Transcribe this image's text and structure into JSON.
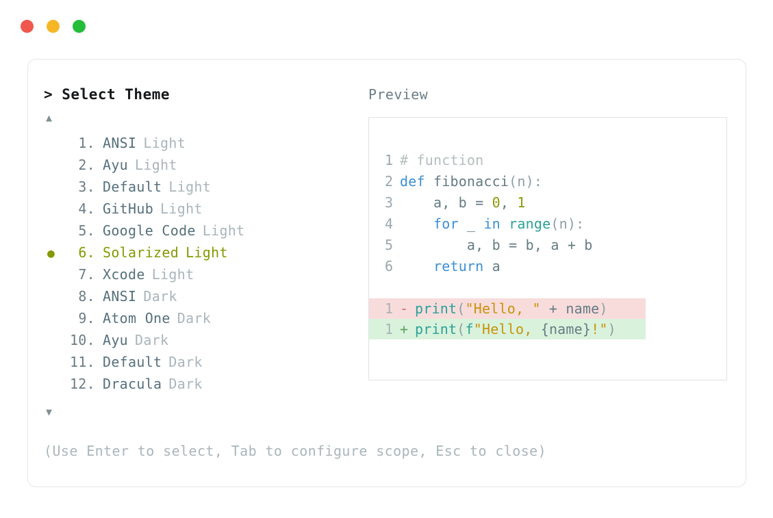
{
  "window": {
    "dots": [
      {
        "name": "close-dot",
        "color": "#f0574e"
      },
      {
        "name": "minimize-dot",
        "color": "#f6b726"
      },
      {
        "name": "maximize-dot",
        "color": "#23bd3a"
      }
    ]
  },
  "theme_picker": {
    "prompt": "> Select Theme",
    "scroll_up_icon": "▲",
    "scroll_down_icon": "▼",
    "selected_bullet": "●",
    "selected_index": 6,
    "accent_color": "#859900",
    "items": [
      {
        "index": "1.",
        "name": "ANSI",
        "variant": "Light"
      },
      {
        "index": "2.",
        "name": "Ayu",
        "variant": "Light"
      },
      {
        "index": "3.",
        "name": "Default",
        "variant": "Light"
      },
      {
        "index": "4.",
        "name": "GitHub",
        "variant": "Light"
      },
      {
        "index": "5.",
        "name": "Google Code",
        "variant": "Light"
      },
      {
        "index": "6.",
        "name": "Solarized",
        "variant": "Light"
      },
      {
        "index": "7.",
        "name": "Xcode",
        "variant": "Light"
      },
      {
        "index": "8.",
        "name": "ANSI",
        "variant": "Dark"
      },
      {
        "index": "9.",
        "name": "Atom One",
        "variant": "Dark"
      },
      {
        "index": "10.",
        "name": "Ayu",
        "variant": "Dark"
      },
      {
        "index": "11.",
        "name": "Default",
        "variant": "Dark"
      },
      {
        "index": "12.",
        "name": "Dracula",
        "variant": "Dark"
      }
    ]
  },
  "footer": {
    "hint": "(Use Enter to select, Tab to configure scope, Esc to close)"
  },
  "preview": {
    "label": "Preview",
    "code_lines": [
      {
        "number": "1",
        "tokens": [
          {
            "text": "# function",
            "cls": "t-comment"
          }
        ]
      },
      {
        "number": "2",
        "tokens": [
          {
            "text": "def ",
            "cls": "t-keyword"
          },
          {
            "text": "fibonacci",
            "cls": "t-plain"
          },
          {
            "text": "(n):",
            "cls": "t-punct"
          }
        ]
      },
      {
        "number": "3",
        "tokens": [
          {
            "text": "    a, b = ",
            "cls": "t-plain"
          },
          {
            "text": "0",
            "cls": "t-number"
          },
          {
            "text": ", ",
            "cls": "t-plain"
          },
          {
            "text": "1",
            "cls": "t-number"
          }
        ]
      },
      {
        "number": "4",
        "tokens": [
          {
            "text": "    ",
            "cls": "t-plain"
          },
          {
            "text": "for",
            "cls": "t-keyword"
          },
          {
            "text": " _ ",
            "cls": "t-plain"
          },
          {
            "text": "in",
            "cls": "t-keyword"
          },
          {
            "text": " ",
            "cls": "t-plain"
          },
          {
            "text": "range",
            "cls": "t-func"
          },
          {
            "text": "(n):",
            "cls": "t-punct"
          }
        ]
      },
      {
        "number": "5",
        "tokens": [
          {
            "text": "        a, b = b, a + b",
            "cls": "t-plain"
          }
        ]
      },
      {
        "number": "6",
        "tokens": [
          {
            "text": "    ",
            "cls": "t-plain"
          },
          {
            "text": "return",
            "cls": "t-keyword"
          },
          {
            "text": " a",
            "cls": "t-plain"
          }
        ]
      }
    ],
    "diff_lines": [
      {
        "number": "1",
        "marker": "-",
        "kind": "del",
        "tokens": [
          {
            "text": "print",
            "cls": "t-func"
          },
          {
            "text": "(",
            "cls": "t-punct"
          },
          {
            "text": "\"Hello, \"",
            "cls": "t-string"
          },
          {
            "text": " + ",
            "cls": "t-plain"
          },
          {
            "text": "name",
            "cls": "t-plain"
          },
          {
            "text": ")",
            "cls": "t-punct"
          }
        ]
      },
      {
        "number": "1",
        "marker": "+",
        "kind": "add",
        "tokens": [
          {
            "text": "print",
            "cls": "t-func"
          },
          {
            "text": "(",
            "cls": "t-punct"
          },
          {
            "text": "f",
            "cls": "t-func"
          },
          {
            "text": "\"Hello, ",
            "cls": "t-string"
          },
          {
            "text": "{name}",
            "cls": "t-plain"
          },
          {
            "text": "!\"",
            "cls": "t-string"
          },
          {
            "text": ")",
            "cls": "t-punct"
          }
        ]
      }
    ]
  }
}
